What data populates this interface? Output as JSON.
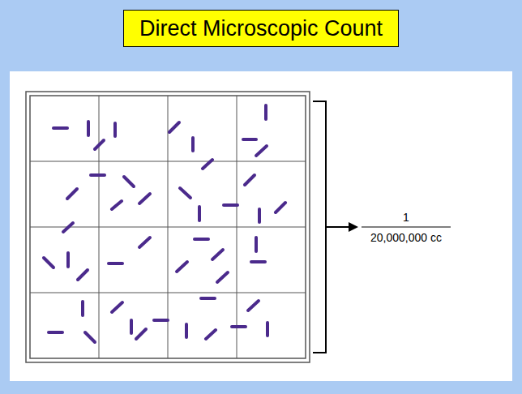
{
  "diagram": {
    "title": "Direct Microscopic Count",
    "labels": [
      "1",
      "20,000,000 cc"
    ]
  }
}
